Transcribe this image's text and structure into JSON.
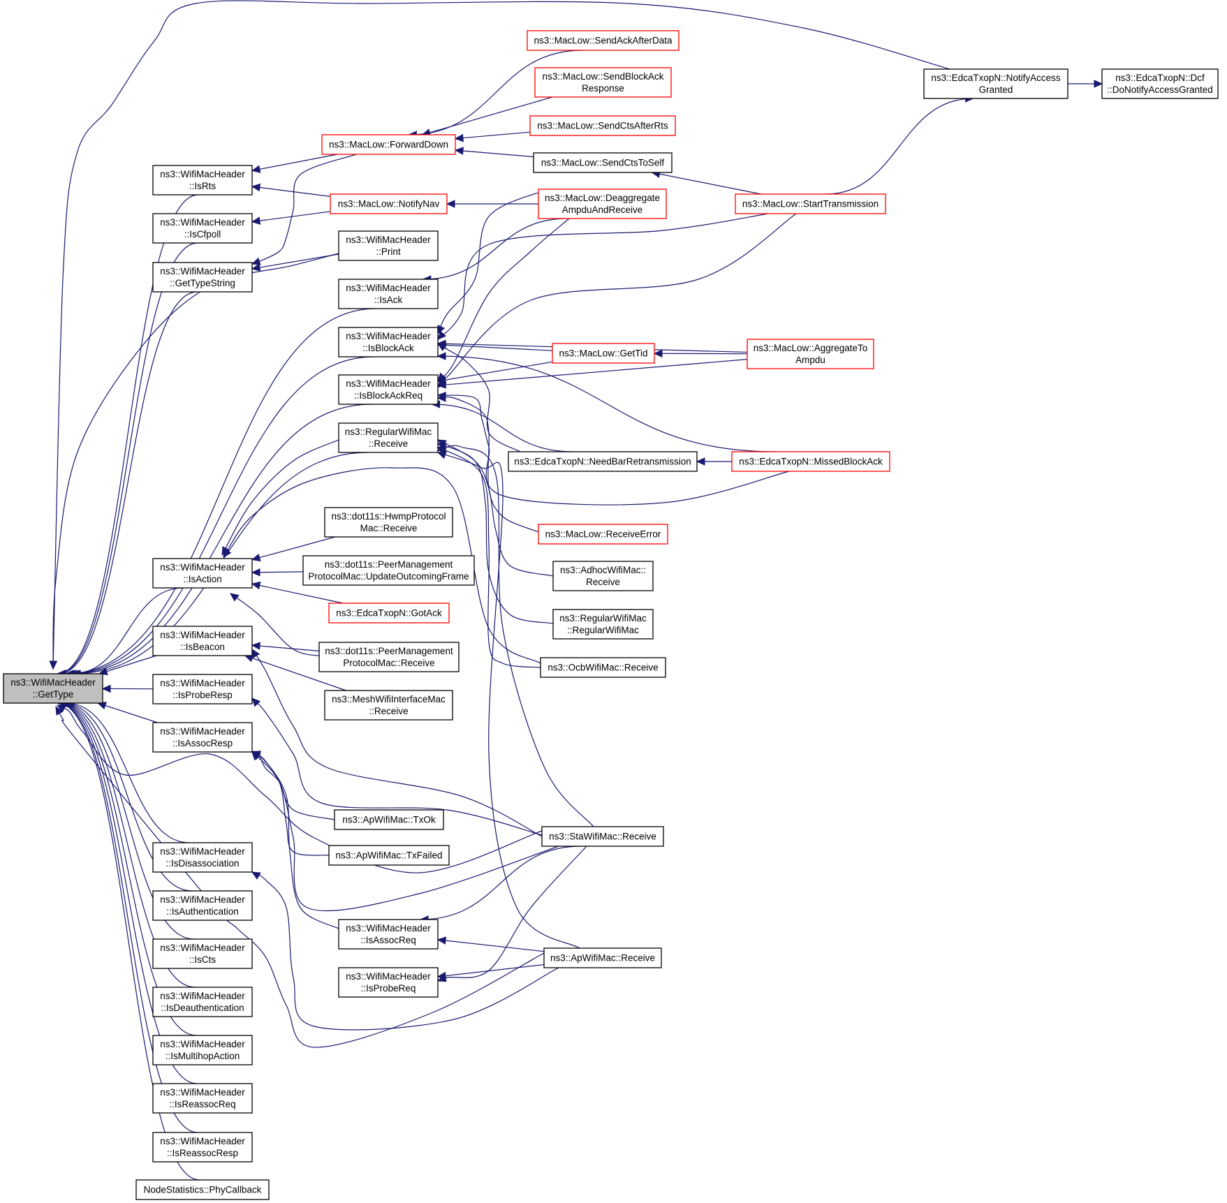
{
  "nodes": [
    {
      "id": "gettype",
      "lines": [
        "ns3::WifiMacHeader",
        "::GetType"
      ],
      "style": "root"
    },
    {
      "id": "isrts",
      "lines": [
        "ns3::WifiMacHeader",
        "::IsRts"
      ],
      "style": "black"
    },
    {
      "id": "iscfpoll",
      "lines": [
        "ns3::WifiMacHeader",
        "::IsCfpoll"
      ],
      "style": "black"
    },
    {
      "id": "gettypestring",
      "lines": [
        "ns3::WifiMacHeader",
        "::GetTypeString"
      ],
      "style": "black"
    },
    {
      "id": "isaction",
      "lines": [
        "ns3::WifiMacHeader",
        "::IsAction"
      ],
      "style": "black"
    },
    {
      "id": "isbeacon",
      "lines": [
        "ns3::WifiMacHeader",
        "::IsBeacon"
      ],
      "style": "black"
    },
    {
      "id": "isproberesp",
      "lines": [
        "ns3::WifiMacHeader",
        "::IsProbeResp"
      ],
      "style": "black"
    },
    {
      "id": "isassocresp",
      "lines": [
        "ns3::WifiMacHeader",
        "::IsAssocResp"
      ],
      "style": "black"
    },
    {
      "id": "isdisassociation",
      "lines": [
        "ns3::WifiMacHeader",
        "::IsDisassociation"
      ],
      "style": "black"
    },
    {
      "id": "isauthentication",
      "lines": [
        "ns3::WifiMacHeader",
        "::IsAuthentication"
      ],
      "style": "black"
    },
    {
      "id": "iscts",
      "lines": [
        "ns3::WifiMacHeader",
        "::IsCts"
      ],
      "style": "black"
    },
    {
      "id": "isdeauthentication",
      "lines": [
        "ns3::WifiMacHeader",
        "::IsDeauthentication"
      ],
      "style": "black"
    },
    {
      "id": "ismultihopaction",
      "lines": [
        "ns3::WifiMacHeader",
        "::IsMultihopAction"
      ],
      "style": "black"
    },
    {
      "id": "isreassocreq",
      "lines": [
        "ns3::WifiMacHeader",
        "::IsReassocReq"
      ],
      "style": "black"
    },
    {
      "id": "isreassocresp",
      "lines": [
        "ns3::WifiMacHeader",
        "::IsReassocResp"
      ],
      "style": "black"
    },
    {
      "id": "phycallback",
      "lines": [
        "NodeStatistics::PhyCallback"
      ],
      "style": "black"
    },
    {
      "id": "print",
      "lines": [
        "ns3::WifiMacHeader",
        "::Print"
      ],
      "style": "black"
    },
    {
      "id": "isack",
      "lines": [
        "ns3::WifiMacHeader",
        "::IsAck"
      ],
      "style": "black"
    },
    {
      "id": "isblockack",
      "lines": [
        "ns3::WifiMacHeader",
        "::IsBlockAck"
      ],
      "style": "black"
    },
    {
      "id": "isblockackreq",
      "lines": [
        "ns3::WifiMacHeader",
        "::IsBlockAckReq"
      ],
      "style": "black"
    },
    {
      "id": "regreceive",
      "lines": [
        "ns3::RegularWifiMac",
        "::Receive"
      ],
      "style": "black"
    },
    {
      "id": "hwmp",
      "lines": [
        "ns3::dot11s::HwmpProtocol",
        "Mac::Receive"
      ],
      "style": "black"
    },
    {
      "id": "pmupdate",
      "lines": [
        "ns3::dot11s::PeerManagement",
        "ProtocolMac::UpdateOutcomingFrame"
      ],
      "style": "black"
    },
    {
      "id": "gotack",
      "lines": [
        "ns3::EdcaTxopN::GotAck"
      ],
      "style": "red"
    },
    {
      "id": "pmreceive",
      "lines": [
        "ns3::dot11s::PeerManagement",
        "ProtocolMac::Receive"
      ],
      "style": "black"
    },
    {
      "id": "meshreceive",
      "lines": [
        "ns3::MeshWifiInterfaceMac",
        "::Receive"
      ],
      "style": "black"
    },
    {
      "id": "txok",
      "lines": [
        "ns3::ApWifiMac::TxOk"
      ],
      "style": "black"
    },
    {
      "id": "txfailed",
      "lines": [
        "ns3::ApWifiMac::TxFailed"
      ],
      "style": "black"
    },
    {
      "id": "isassocreq",
      "lines": [
        "ns3::WifiMacHeader",
        "::IsAssocReq"
      ],
      "style": "black"
    },
    {
      "id": "isprobereq",
      "lines": [
        "ns3::WifiMacHeader",
        "::IsProbeReq"
      ],
      "style": "black"
    },
    {
      "id": "forwarddown",
      "lines": [
        "ns3::MacLow::ForwardDown"
      ],
      "style": "red"
    },
    {
      "id": "notifynav",
      "lines": [
        "ns3::MacLow::NotifyNav"
      ],
      "style": "red"
    },
    {
      "id": "sendackafterdata",
      "lines": [
        "ns3::MacLow::SendAckAfterData"
      ],
      "style": "red"
    },
    {
      "id": "sendblockack",
      "lines": [
        "ns3::MacLow::SendBlockAck",
        "Response"
      ],
      "style": "red"
    },
    {
      "id": "sendctsafterrts",
      "lines": [
        "ns3::MacLow::SendCtsAfterRts"
      ],
      "style": "red"
    },
    {
      "id": "sendctstoself",
      "lines": [
        "ns3::MacLow::SendCtsToSelf"
      ],
      "style": "black"
    },
    {
      "id": "deaggregate",
      "lines": [
        "ns3::MacLow::Deaggregate",
        "AmpduAndReceive"
      ],
      "style": "red"
    },
    {
      "id": "gettid",
      "lines": [
        "ns3::MacLow::GetTid"
      ],
      "style": "red"
    },
    {
      "id": "needbar",
      "lines": [
        "ns3::EdcaTxopN::NeedBarRetransmission"
      ],
      "style": "black"
    },
    {
      "id": "receiveerror",
      "lines": [
        "ns3::MacLow::ReceiveError"
      ],
      "style": "red"
    },
    {
      "id": "adhocreceive",
      "lines": [
        "ns3::AdhocWifiMac::",
        "Receive"
      ],
      "style": "black"
    },
    {
      "id": "regctor",
      "lines": [
        "ns3::RegularWifiMac",
        "::RegularWifiMac"
      ],
      "style": "black"
    },
    {
      "id": "ocbreceive",
      "lines": [
        "ns3::OcbWifiMac::Receive"
      ],
      "style": "black"
    },
    {
      "id": "stareceive",
      "lines": [
        "ns3::StaWifiMac::Receive"
      ],
      "style": "black"
    },
    {
      "id": "apreceive",
      "lines": [
        "ns3::ApWifiMac::Receive"
      ],
      "style": "black"
    },
    {
      "id": "starttx",
      "lines": [
        "ns3::MacLow::StartTransmission"
      ],
      "style": "red"
    },
    {
      "id": "aggregate",
      "lines": [
        "ns3::MacLow::AggregateTo",
        "Ampdu"
      ],
      "style": "red"
    },
    {
      "id": "missedblockack",
      "lines": [
        "ns3::EdcaTxopN::MissedBlockAck"
      ],
      "style": "red"
    },
    {
      "id": "notifyaccess",
      "lines": [
        "ns3::EdcaTxopN::NotifyAccess",
        "Granted"
      ],
      "style": "black"
    },
    {
      "id": "dcfnotify",
      "lines": [
        "ns3::EdcaTxopN::Dcf",
        "::DoNotifyAccessGranted"
      ],
      "style": "black"
    }
  ],
  "edges": [
    {
      "from": "isrts",
      "to": "gettype"
    },
    {
      "from": "iscfpoll",
      "to": "gettype"
    },
    {
      "from": "gettypestring",
      "to": "gettype"
    },
    {
      "from": "isaction",
      "to": "gettype"
    },
    {
      "from": "isbeacon",
      "to": "gettype"
    },
    {
      "from": "isproberesp",
      "to": "gettype"
    },
    {
      "from": "isassocresp",
      "to": "gettype"
    },
    {
      "from": "isdisassociation",
      "to": "gettype"
    },
    {
      "from": "isauthentication",
      "to": "gettype"
    },
    {
      "from": "iscts",
      "to": "gettype"
    },
    {
      "from": "isdeauthentication",
      "to": "gettype"
    },
    {
      "from": "ismultihopaction",
      "to": "gettype"
    },
    {
      "from": "isreassocreq",
      "to": "gettype"
    },
    {
      "from": "isreassocresp",
      "to": "gettype"
    },
    {
      "from": "phycallback",
      "to": "gettype"
    },
    {
      "from": "isack",
      "to": "gettype"
    },
    {
      "from": "isblockack",
      "to": "gettype"
    },
    {
      "from": "isblockackreq",
      "to": "gettype"
    },
    {
      "from": "regreceive",
      "to": "gettype"
    },
    {
      "from": "print",
      "to": "gettype"
    },
    {
      "from": "notifyaccess",
      "to": "gettype"
    },
    {
      "from": "stareceive",
      "to": "gettype"
    },
    {
      "from": "apreceive",
      "to": "gettype"
    },
    {
      "from": "forwarddown",
      "to": "isrts"
    },
    {
      "from": "notifynav",
      "to": "isrts"
    },
    {
      "from": "notifynav",
      "to": "iscfpoll"
    },
    {
      "from": "forwarddown",
      "to": "gettypestring"
    },
    {
      "from": "print",
      "to": "gettypestring"
    },
    {
      "from": "sendackafterdata",
      "to": "forwarddown"
    },
    {
      "from": "sendblockack",
      "to": "forwarddown"
    },
    {
      "from": "sendctsafterrts",
      "to": "forwarddown"
    },
    {
      "from": "sendctstoself",
      "to": "forwarddown"
    },
    {
      "from": "deaggregate",
      "to": "notifynav"
    },
    {
      "from": "starttx",
      "to": "sendctstoself"
    },
    {
      "from": "starttx",
      "to": "notifyaccess"
    },
    {
      "from": "notifyaccess",
      "to": "dcfnotify"
    },
    {
      "from": "deaggregate",
      "to": "isack"
    },
    {
      "from": "deaggregate",
      "to": "isblockack"
    },
    {
      "from": "starttx",
      "to": "isblockack"
    },
    {
      "from": "gettid",
      "to": "isblockack"
    },
    {
      "from": "aggregate",
      "to": "isblockack"
    },
    {
      "from": "needbar",
      "to": "isblockack"
    },
    {
      "from": "missedblockack",
      "to": "isblockack"
    },
    {
      "from": "deaggregate",
      "to": "isblockackreq"
    },
    {
      "from": "starttx",
      "to": "isblockackreq"
    },
    {
      "from": "gettid",
      "to": "isblockackreq"
    },
    {
      "from": "aggregate",
      "to": "isblockackreq"
    },
    {
      "from": "needbar",
      "to": "isblockackreq"
    },
    {
      "from": "missedblockack",
      "to": "isblockackreq"
    },
    {
      "from": "receiveerror",
      "to": "isblockackreq"
    },
    {
      "from": "aggregate",
      "to": "gettid"
    },
    {
      "from": "missedblockack",
      "to": "needbar"
    },
    {
      "from": "adhocreceive",
      "to": "regreceive"
    },
    {
      "from": "regctor",
      "to": "regreceive"
    },
    {
      "from": "ocbreceive",
      "to": "regreceive"
    },
    {
      "from": "stareceive",
      "to": "regreceive"
    },
    {
      "from": "apreceive",
      "to": "regreceive"
    },
    {
      "from": "regreceive",
      "to": "isaction"
    },
    {
      "from": "hwmp",
      "to": "isaction"
    },
    {
      "from": "pmupdate",
      "to": "isaction"
    },
    {
      "from": "gotack",
      "to": "isaction"
    },
    {
      "from": "pmreceive",
      "to": "isaction"
    },
    {
      "from": "ocbreceive",
      "to": "isaction"
    },
    {
      "from": "pmreceive",
      "to": "isbeacon"
    },
    {
      "from": "meshreceive",
      "to": "isbeacon"
    },
    {
      "from": "stareceive",
      "to": "isbeacon"
    },
    {
      "from": "stareceive",
      "to": "isproberesp"
    },
    {
      "from": "txok",
      "to": "isassocresp"
    },
    {
      "from": "txfailed",
      "to": "isassocresp"
    },
    {
      "from": "stareceive",
      "to": "isassocresp"
    },
    {
      "from": "isassocreq",
      "to": "isassocresp"
    },
    {
      "from": "apreceive",
      "to": "isdisassociation"
    },
    {
      "from": "stareceive",
      "to": "isassocreq"
    },
    {
      "from": "apreceive",
      "to": "isassocreq"
    },
    {
      "from": "stareceive",
      "to": "isprobereq"
    },
    {
      "from": "apreceive",
      "to": "isprobereq"
    }
  ]
}
